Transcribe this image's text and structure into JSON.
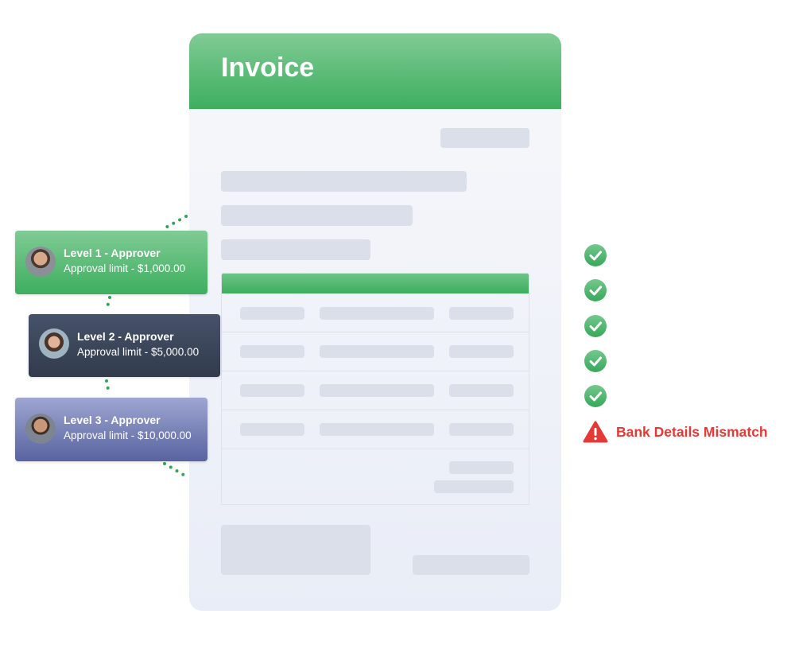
{
  "invoice": {
    "title": "Invoice",
    "header_color": "#3dae5e"
  },
  "approvers": [
    {
      "title": "Level 1 - Approver",
      "limit": "Approval limit - $1,000.00",
      "color": "#4cb56b"
    },
    {
      "title": "Level 2 - Approver",
      "limit": "Approval limit - $5,000.00",
      "color": "#3a4559"
    },
    {
      "title": "Level 3 - Approver",
      "limit": "Approval limit - $10,000.00",
      "color": "#7a84bb"
    }
  ],
  "checks": {
    "passed_count": 5,
    "warning": "Bank Details Mismatch",
    "warning_color": "#e53935"
  }
}
